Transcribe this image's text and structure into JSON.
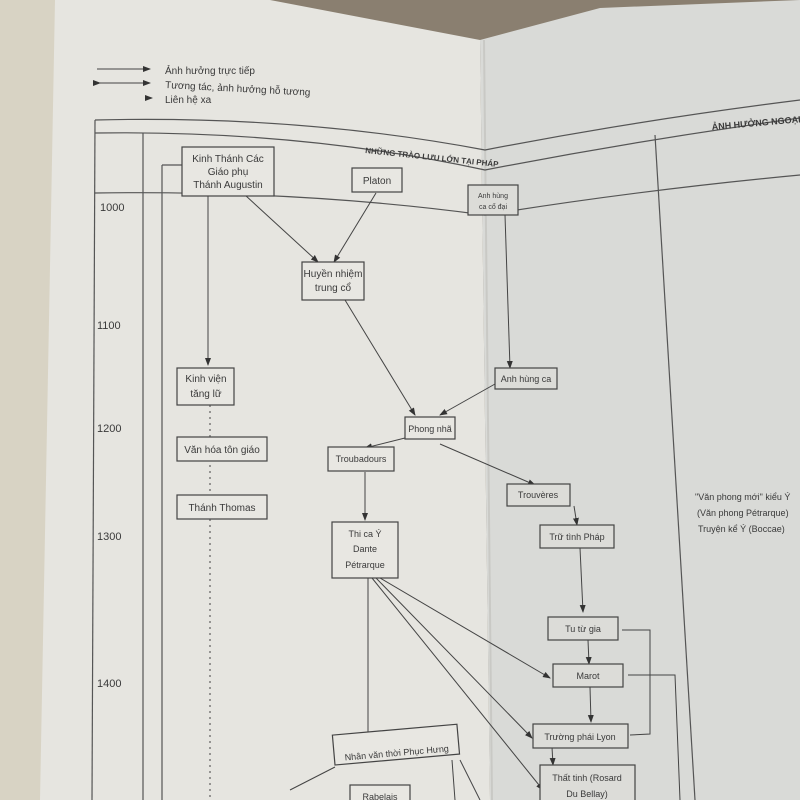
{
  "legend": {
    "direct": "Ảnh hưởng trực tiếp",
    "mutual": "Tương tác, ảnh hưởng hỗ tương",
    "distant": "Liên hệ xa"
  },
  "headers": {
    "france": "NHỮNG TRÀO LƯU LỚN TẠI PHÁP",
    "foreign": "ẢNH HƯỞNG NGOẠI"
  },
  "years": [
    "1000",
    "1100",
    "1200",
    "1300",
    "1400"
  ],
  "nodes": {
    "kinh_thanh": [
      "Kinh Thánh Các",
      "Giáo phụ",
      "Thánh Augustin"
    ],
    "platon": "Platon",
    "anh_hung_co_dai": [
      "Anh hùng",
      "ca cổ đại"
    ],
    "huyen_nhiem": [
      "Huyền nhiệm",
      "trung cổ"
    ],
    "kinh_vien": [
      "Kinh viện",
      "tăng lữ"
    ],
    "anh_hung_ca": "Anh hùng ca",
    "phong_nha": "Phong nhã",
    "van_hoa": "Văn hóa tôn giáo",
    "troubadours": "Troubadours",
    "trouveres": "Trouvères",
    "thanh_thomas": "Thánh Thomas",
    "thi_ca_y": [
      "Thi ca Ý",
      "Dante",
      "Pétrarque"
    ],
    "tru_tinh": "Trữ tình Pháp",
    "tu_tu_gia": "Tu từ gia",
    "marot": "Marot",
    "truong_phai_lyon": "Trường phái Lyon",
    "nhan_van": "Nhân văn thời Phục Hưng",
    "that_tinh": [
      "Thất tinh (Rosard",
      "Du Bellay)"
    ],
    "rabelais": "Rabelais"
  },
  "foreign_notes": [
    "\"Văn phong mới\" kiểu Ý",
    "(Văn phong Pétrarque)",
    "Truyện kể Ý (Boccae)"
  ]
}
